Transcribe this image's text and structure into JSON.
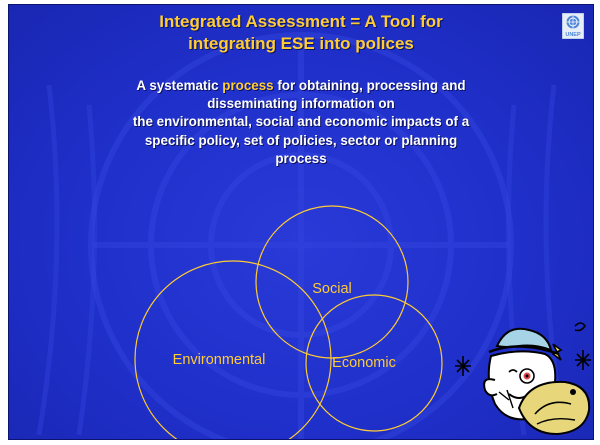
{
  "slide": {
    "title_line1": "Integrated Assessment = A Tool for",
    "title_line2": "integrating ESE into polices",
    "body_line1_pre": "A systematic ",
    "body_line1_highlight": "process",
    "body_line1_post": " for obtaining, processing and",
    "body_line2": "disseminating information on",
    "body_line3": "the environmental, social and economic impacts of a",
    "body_line4": "specific policy, set of policies, sector or planning",
    "body_line5": "process"
  },
  "diagram": {
    "circles": [
      {
        "label": "Social"
      },
      {
        "label": "Environmental"
      },
      {
        "label": "Economic"
      }
    ],
    "circle_color": "#ffcc33"
  },
  "logo": {
    "text": "UNEP",
    "icon": "un-emblem-icon"
  },
  "colors": {
    "background": "#1f2fc9",
    "accent": "#ffcc33",
    "text": "#ffffff"
  }
}
